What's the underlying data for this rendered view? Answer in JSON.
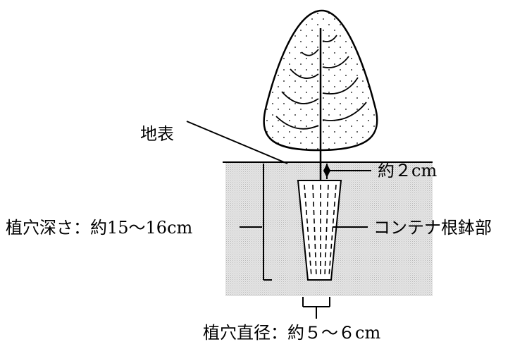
{
  "labels": {
    "ground_surface": "地表",
    "depth_annotation": "約２cm",
    "hole_depth": "植穴深さ：約15〜16cm",
    "root_ball": "コンテナ根鉢部",
    "hole_diameter": "植穴直径：約５〜６cm"
  },
  "colors": {
    "line": "#000000",
    "soil": "#e2e2e2",
    "background": "#ffffff"
  }
}
